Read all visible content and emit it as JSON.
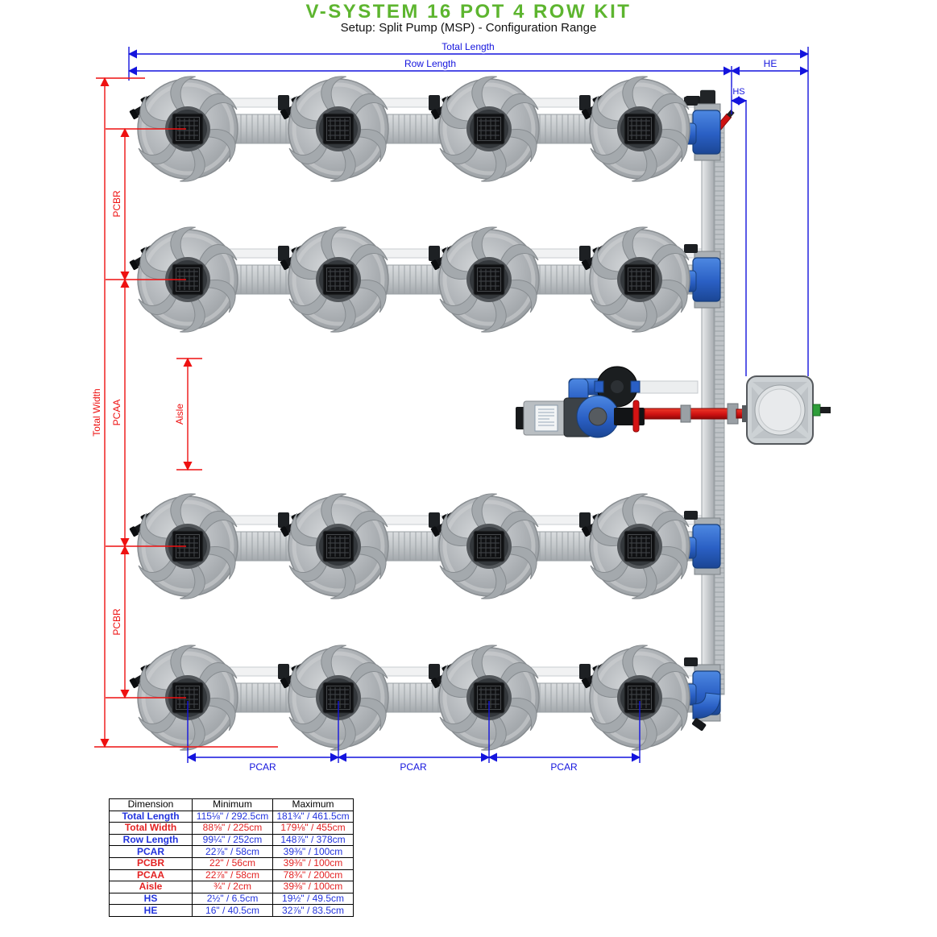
{
  "header": {
    "title": "V-SYSTEM 16 POT 4 ROW KIT",
    "subtitle": "Setup: Split Pump (MSP) - Configuration Range"
  },
  "diagram": {
    "labels": {
      "total_length": "Total Length",
      "row_length": "Row Length",
      "he": "HE",
      "hs": "HS",
      "total_width": "Total Width",
      "pcbr": "PCBR",
      "pcaa": "PCAA",
      "aisle": "Aisle",
      "pcar": "PCAR"
    },
    "colors": {
      "title_green": "#5db52f",
      "dimension_blue": "#1414dd",
      "dimension_red": "#ee1111",
      "fitting_blue": "#2a5fc4",
      "pressure_pipe_red": "#cf1212",
      "pot_gray": "#aeb2b6"
    },
    "components": {
      "pot_count": 16,
      "row_count": 4,
      "pump": "split-pump",
      "reservoir": "square-tank"
    }
  },
  "table": {
    "headers": [
      "Dimension",
      "Minimum",
      "Maximum"
    ],
    "rows": [
      {
        "dim": "Total Length",
        "min": "115⅛\" / 292.5cm",
        "max": "181¾\" / 461.5cm",
        "tone": "blue"
      },
      {
        "dim": "Total Width",
        "min": "88⅝\" / 225cm",
        "max": "179⅛\" / 455cm",
        "tone": "red"
      },
      {
        "dim": "Row Length",
        "min": "99¼\" / 252cm",
        "max": "148⅞\" / 378cm",
        "tone": "blue"
      },
      {
        "dim": "PCAR",
        "min": "22⅞\" / 58cm",
        "max": "39⅜\" / 100cm",
        "tone": "blue"
      },
      {
        "dim": "PCBR",
        "min": "22\" / 56cm",
        "max": "39⅜\" / 100cm",
        "tone": "red"
      },
      {
        "dim": "PCAA",
        "min": "22⅞\" / 58cm",
        "max": "78¾\" / 200cm",
        "tone": "red"
      },
      {
        "dim": "Aisle",
        "min": "¾\" / 2cm",
        "max": "39⅜\" / 100cm",
        "tone": "red"
      },
      {
        "dim": "HS",
        "min": "2½\" / 6.5cm",
        "max": "19½\" / 49.5cm",
        "tone": "blue"
      },
      {
        "dim": "HE",
        "min": "16\" / 40.5cm",
        "max": "32⅞\" / 83.5cm",
        "tone": "blue"
      }
    ]
  }
}
